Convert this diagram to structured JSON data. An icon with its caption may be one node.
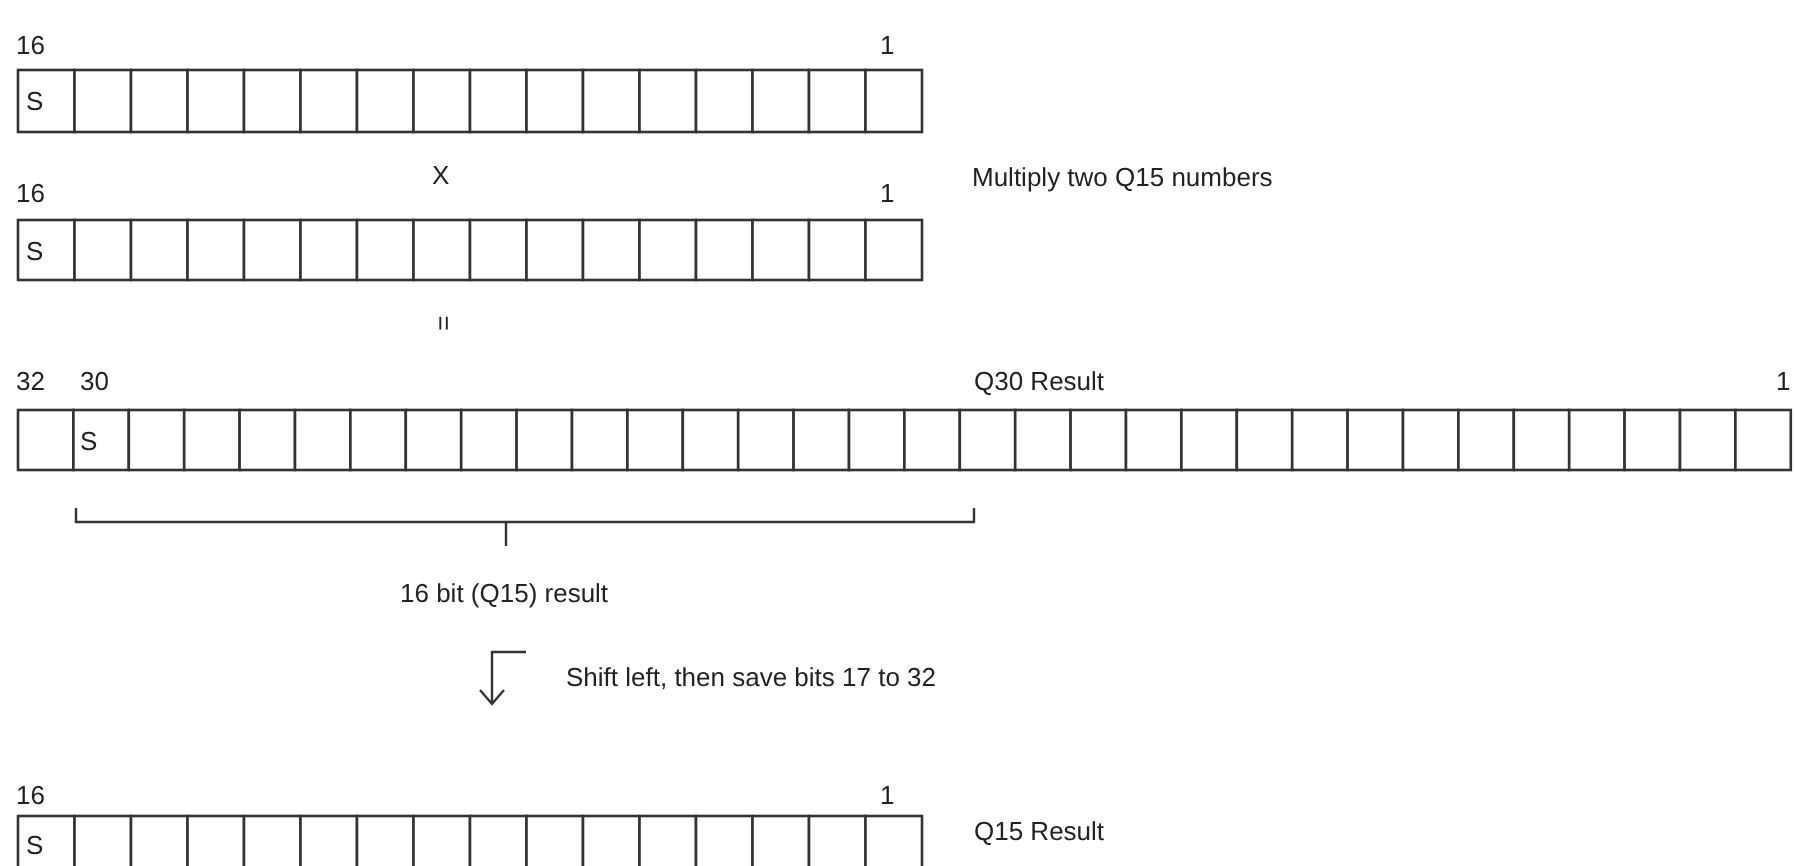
{
  "diagram": {
    "labels": [
      "16",
      "1",
      "S",
      "X",
      "16",
      "1",
      "Multiply two Q15 numbers",
      "S",
      "=",
      "32",
      "30",
      "Q30 Result",
      "1",
      "S",
      "16 bit (Q15) result",
      "Shift left, then save bits 17 to 32",
      "16",
      "1",
      "Q15 Result",
      "S"
    ]
  }
}
